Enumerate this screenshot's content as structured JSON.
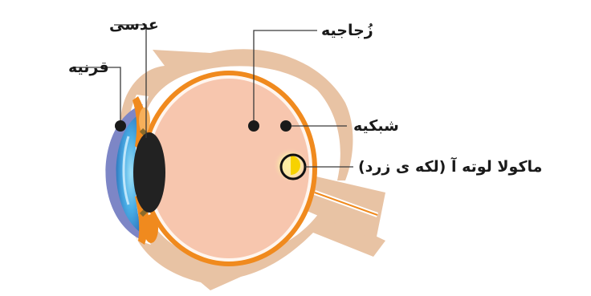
{
  "labels": {
    "lens": "عدسی",
    "cornea": "قرنیه",
    "vitreous": "زُجاجیه",
    "retina": "شبکیه",
    "macula": "ماکولا لوته آ (لکه ی زرد)"
  },
  "colors": {
    "sclera": "#e8c3a4",
    "retina_band": "#f08a1e",
    "vitreous": "#f7c6ae",
    "cornea_blue": "#2b86c8",
    "iris_purple": "#7d86c6",
    "lens_dark": "#222222",
    "macula_yellow": "#f7d200",
    "leader_line": "#3a3a3a"
  }
}
